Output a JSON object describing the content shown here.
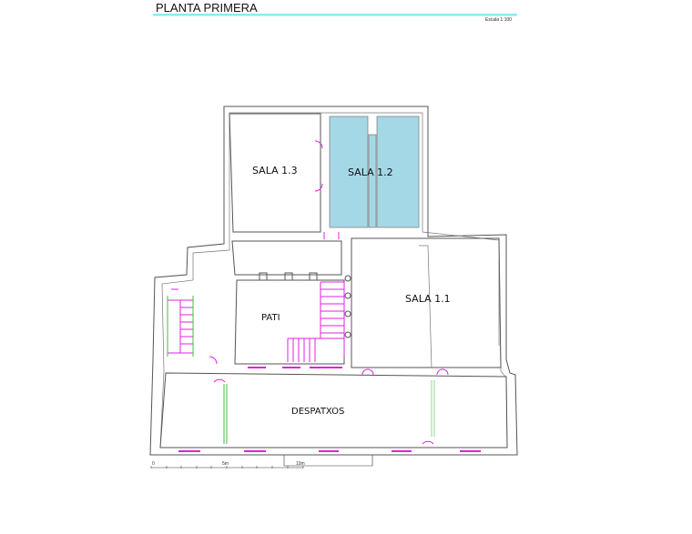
{
  "header": {
    "title": "PLANTA PRIMERA",
    "scale": "Escala 1:100"
  },
  "rooms": {
    "sala_1_3": "SALA 1.3",
    "sala_1_2": "SALA 1.2",
    "sala_1_1": "SALA 1.1",
    "pati": "PATI",
    "despatxos": "DESPATXOS"
  },
  "scale_bar": {
    "labels": [
      "0",
      "5m",
      "10m"
    ]
  },
  "colors": {
    "highlight": "#a4d8e6",
    "doors": "#e020e0",
    "glazing": "#40c040",
    "title_rule": "#8ee8f0"
  }
}
